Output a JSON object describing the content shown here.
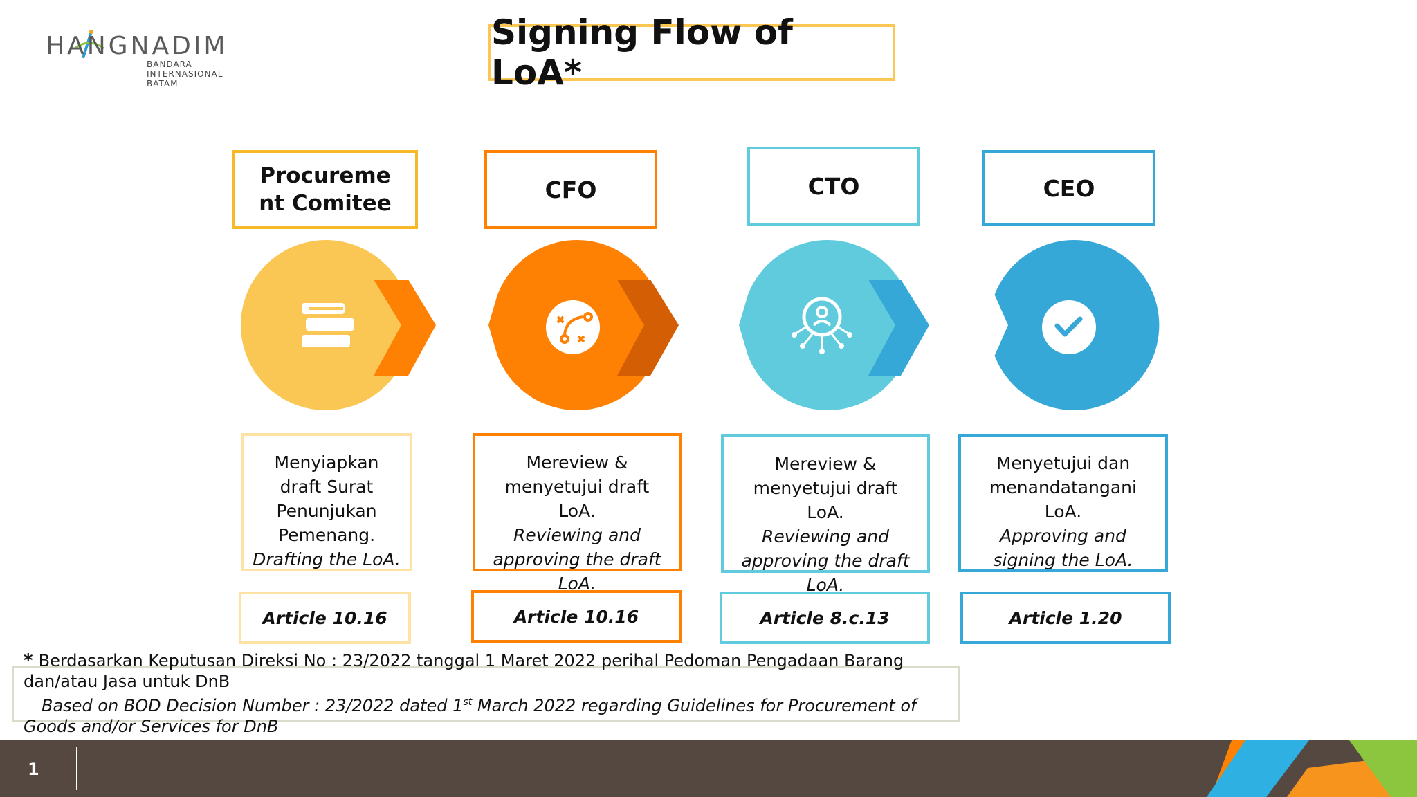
{
  "logo": {
    "name": "HANGNADIM",
    "subtitle": [
      "BANDARA",
      "INTERNASIONAL",
      "BATAM"
    ]
  },
  "title": "Signing Flow of LoA*",
  "colors": {
    "yellow": "#fbc754",
    "orange": "#fe8104",
    "orange_dark": "#d35e03",
    "teal": "#5fcbdc",
    "blue": "#35a8d8",
    "footer_bg": "#544841"
  },
  "steps": [
    {
      "role": "Procureme nt Comitee",
      "icon": "books-icon",
      "desc_id": "Menyiapkan draft Surat Penunjukan Pemenang.",
      "desc_en": "Drafting the LoA.",
      "article": "Article 10.16"
    },
    {
      "role": "CFO",
      "icon": "strategy-icon",
      "desc_id": "Mereview & menyetujui draft LoA.",
      "desc_en": "Reviewing and approving the draft LoA.",
      "article": "Article 10.16"
    },
    {
      "role": "CTO",
      "icon": "network-user-icon",
      "desc_id": "Mereview & menyetujui draft LoA.",
      "desc_en": "Reviewing and approving the draft LoA.",
      "article": "Article 8.c.13"
    },
    {
      "role": "CEO",
      "icon": "checkmark-icon",
      "desc_id": "Menyetujui dan menandatangani LoA.",
      "desc_en": "Approving and signing the LoA.",
      "article": "Article 1.20"
    }
  ],
  "footnote": {
    "marker": "*",
    "text_id": "Berdasarkan Keputusan Direksi No : 23/2022 tanggal 1 Maret 2022 perihal Pedoman Pengadaan Barang dan/atau Jasa untuk DnB",
    "text_en_prefix": "Based on BOD Decision Number : 23/2022 dated 1",
    "text_en_sup": "st",
    "text_en_suffix": " March 2022 regarding Guidelines for Procurement of Goods and/or Services for DnB"
  },
  "page_number": "1"
}
